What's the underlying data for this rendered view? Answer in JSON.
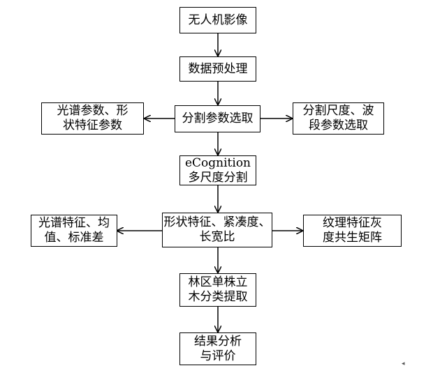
{
  "flowchart": {
    "uav_image": "无人机影像",
    "preprocess": "数据预处理",
    "seg_params": "分割参数选取",
    "spectral_shape_params": [
      "光谱参数、形",
      "状特征参数"
    ],
    "scale_band_params": [
      "分割尺度、波",
      "段参数选取"
    ],
    "ecognition": [
      "eCognition",
      "多尺度分割"
    ],
    "shape_features": [
      "形状特征、紧凑度、",
      "长宽比"
    ],
    "spectral_features": [
      "光谱特征、均",
      "值、标准差"
    ],
    "texture_features": [
      "纹理特征灰",
      "度共生矩阵"
    ],
    "tree_extraction": [
      "林区单株立",
      "木分类提取"
    ],
    "result_eval": [
      "结果分析",
      "与评价"
    ]
  },
  "corner_mark": "◂"
}
